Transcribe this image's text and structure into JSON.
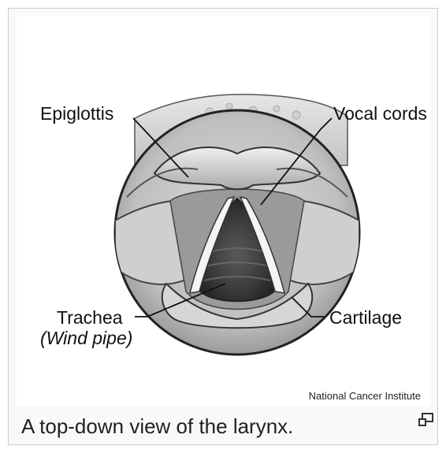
{
  "figure": {
    "labels": {
      "epiglottis": "Epiglottis",
      "vocal_cords": "Vocal cords",
      "trachea": "Trachea",
      "wind_pipe": "(Wind pipe)",
      "cartilage": "Cartilage"
    },
    "credit": "National Cancer Institute",
    "caption": "A top-down view of the larynx.",
    "icons": {
      "enlarge": "enlarge-icon"
    }
  }
}
